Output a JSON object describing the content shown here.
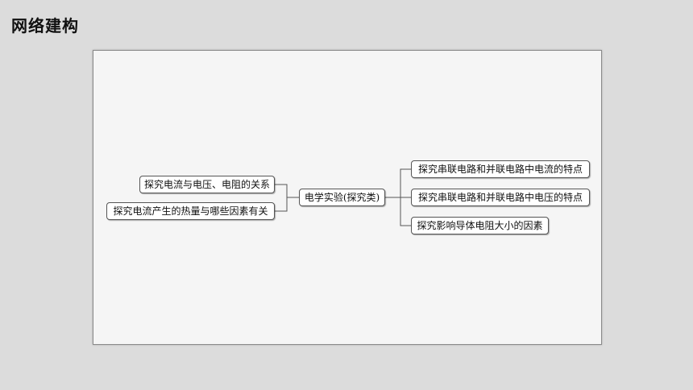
{
  "header": {
    "title": "网络建构"
  },
  "diagram": {
    "center": "电学实验(探究类)",
    "left": [
      "探究电流与电压、电阻的关系",
      "探究电流产生的热量与哪些因素有关"
    ],
    "right": [
      "探究串联电路和并联电路中电流的特点",
      "探究串联电路和并联电路中电压的特点",
      "探究影响导体电阻大小的因素"
    ]
  }
}
